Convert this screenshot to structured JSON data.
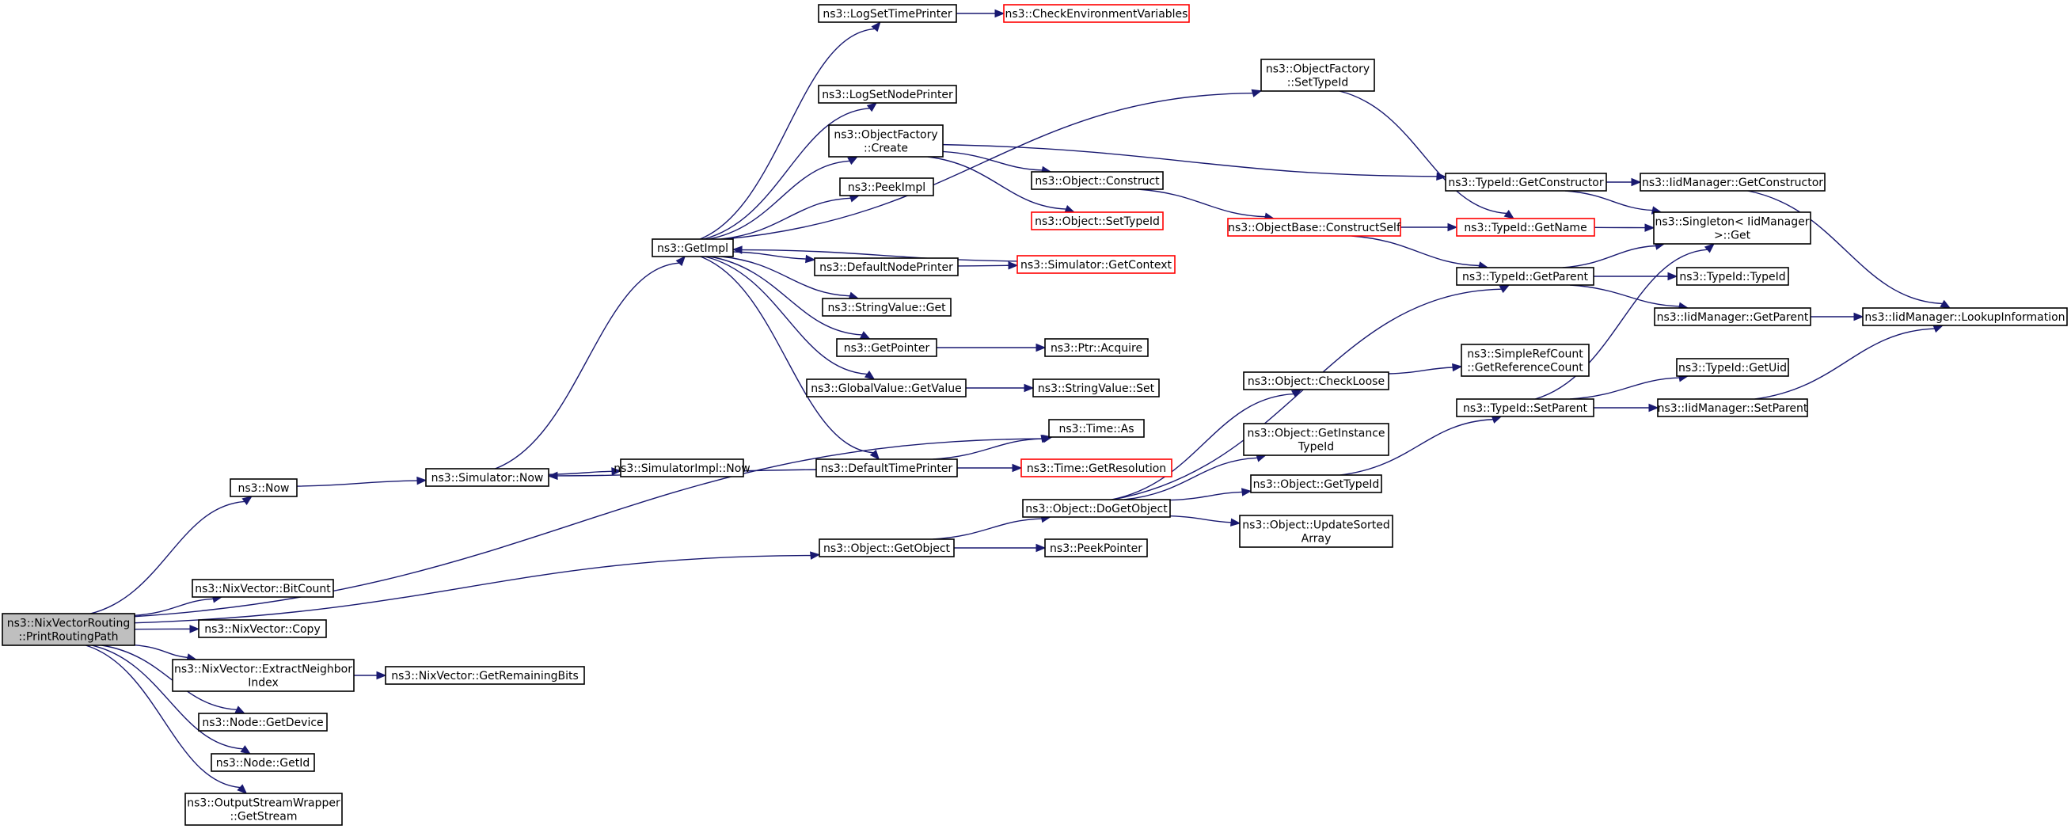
{
  "colors": {
    "edge": "#191970",
    "border": "#000000",
    "truncated_border": "#ff0000",
    "root_fill": "#bfbfbf",
    "fill": "#ffffff"
  },
  "nodes": {
    "n_root": [
      "ns3::NixVectorRouting",
      "::PrintRoutingPath"
    ],
    "n_now": [
      "ns3::Now"
    ],
    "n_simnow": [
      "ns3::Simulator::Now"
    ],
    "n_getimpl": [
      "ns3::GetImpl"
    ],
    "n_logtime": [
      "ns3::LogSetTimePrinter"
    ],
    "n_checkenv": [
      "ns3::CheckEnvironmentVariables"
    ],
    "n_lognode": [
      "ns3::LogSetNodePrinter"
    ],
    "n_ofcreate": [
      "ns3::ObjectFactory",
      "::Create"
    ],
    "n_ofsettype": [
      "ns3::ObjectFactory",
      "::SetTypeId"
    ],
    "n_peekimpl": [
      "ns3::PeekImpl"
    ],
    "n_defnode": [
      "ns3::DefaultNodePrinter"
    ],
    "n_strget": [
      "ns3::StringValue::Get"
    ],
    "n_getpointer": [
      "ns3::GetPointer"
    ],
    "n_gvget": [
      "ns3::GlobalValue::GetValue"
    ],
    "n_deftime": [
      "ns3::DefaultTimePrinter"
    ],
    "n_objconstruct": [
      "ns3::Object::Construct"
    ],
    "n_objsettypeid": [
      "ns3::Object::SetTypeId"
    ],
    "n_simctx": [
      "ns3::Simulator::GetContext"
    ],
    "n_ptracq": [
      "ns3::Ptr::Acquire"
    ],
    "n_strset": [
      "ns3::StringValue::Set"
    ],
    "n_timeas": [
      "ns3::Time::As"
    ],
    "n_timeres": [
      "ns3::Time::GetResolution"
    ],
    "n_simimplnow": [
      "ns3::SimulatorImpl::Now"
    ],
    "n_objgetobj": [
      "ns3::Object::GetObject"
    ],
    "n_dogetobj": [
      "ns3::Object::DoGetObject"
    ],
    "n_peekptr": [
      "ns3::PeekPointer"
    ],
    "n_checkloose": [
      "ns3::Object::CheckLoose"
    ],
    "n_getinst": [
      "ns3::Object::GetInstance",
      "TypeId"
    ],
    "n_objgettype": [
      "ns3::Object::GetTypeId"
    ],
    "n_updsorted": [
      "ns3::Object::UpdateSorted",
      "Array"
    ],
    "n_obconstself": [
      "ns3::ObjectBase::ConstructSelf"
    ],
    "n_tidgetctor": [
      "ns3::TypeId::GetConstructor"
    ],
    "n_tidgetname": [
      "ns3::TypeId::GetName"
    ],
    "n_tidgetparent": [
      "ns3::TypeId::GetParent"
    ],
    "n_srcref": [
      "ns3::SimpleRefCount",
      "::GetReferenceCount"
    ],
    "n_tidsetparent": [
      "ns3::TypeId::SetParent"
    ],
    "n_iidgetctor": [
      "ns3::IidManager::GetConstructor"
    ],
    "n_singleton": [
      "ns3::Singleton< IidManager",
      ">::Get"
    ],
    "n_tidtid": [
      "ns3::TypeId::TypeId"
    ],
    "n_iidgetparent": [
      "ns3::IidManager::GetParent"
    ],
    "n_iidlookup": [
      "ns3::IidManager::LookupInformation"
    ],
    "n_tidgetuid": [
      "ns3::TypeId::GetUid"
    ],
    "n_iidsetparent": [
      "ns3::IidManager::SetParent"
    ],
    "n_nvbitcount": [
      "ns3::NixVector::BitCount"
    ],
    "n_nvcopy": [
      "ns3::NixVector::Copy"
    ],
    "n_nvextract": [
      "ns3::NixVector::ExtractNeighbor",
      "Index"
    ],
    "n_nvremain": [
      "ns3::NixVector::GetRemainingBits"
    ],
    "n_nodedev": [
      "ns3::Node::GetDevice"
    ],
    "n_nodeid": [
      "ns3::Node::GetId"
    ],
    "n_oswstream": [
      "ns3::OutputStreamWrapper",
      "::GetStream"
    ]
  },
  "edges": [
    [
      "n_root",
      "n_timeas"
    ],
    [
      "n_root",
      "n_now"
    ],
    [
      "n_root",
      "n_objgetobj"
    ],
    [
      "n_root",
      "n_nvbitcount"
    ],
    [
      "n_root",
      "n_nvcopy"
    ],
    [
      "n_root",
      "n_nvextract"
    ],
    [
      "n_root",
      "n_nodedev"
    ],
    [
      "n_root",
      "n_nodeid"
    ],
    [
      "n_root",
      "n_oswstream"
    ],
    [
      "n_now",
      "n_simnow"
    ],
    [
      "n_simnow",
      "n_getimpl"
    ],
    [
      "n_simnow",
      "n_simimplnow"
    ],
    [
      "n_getimpl",
      "n_logtime"
    ],
    [
      "n_getimpl",
      "n_ofsettype"
    ],
    [
      "n_getimpl",
      "n_lognode"
    ],
    [
      "n_getimpl",
      "n_ofcreate"
    ],
    [
      "n_getimpl",
      "n_peekimpl"
    ],
    [
      "n_getimpl",
      "n_defnode"
    ],
    [
      "n_getimpl",
      "n_strget"
    ],
    [
      "n_getimpl",
      "n_getpointer"
    ],
    [
      "n_getimpl",
      "n_gvget"
    ],
    [
      "n_getimpl",
      "n_deftime"
    ],
    [
      "n_logtime",
      "n_checkenv"
    ],
    [
      "n_ofcreate",
      "n_objconstruct"
    ],
    [
      "n_ofcreate",
      "n_objsettypeid"
    ],
    [
      "n_ofcreate",
      "n_tidgetctor"
    ],
    [
      "n_ofsettype",
      "n_tidgetname"
    ],
    [
      "n_defnode",
      "n_simctx"
    ],
    [
      "n_simctx",
      "n_getimpl"
    ],
    [
      "n_getpointer",
      "n_ptracq"
    ],
    [
      "n_gvget",
      "n_strset"
    ],
    [
      "n_deftime",
      "n_timeas"
    ],
    [
      "n_deftime",
      "n_timeres"
    ],
    [
      "n_deftime",
      "n_simnow"
    ],
    [
      "n_objconstruct",
      "n_obconstself"
    ],
    [
      "n_obconstself",
      "n_tidgetname"
    ],
    [
      "n_obconstself",
      "n_tidgetparent"
    ],
    [
      "n_objgetobj",
      "n_dogetobj"
    ],
    [
      "n_objgetobj",
      "n_peekptr"
    ],
    [
      "n_dogetobj",
      "n_tidgetparent"
    ],
    [
      "n_dogetobj",
      "n_checkloose"
    ],
    [
      "n_dogetobj",
      "n_getinst"
    ],
    [
      "n_dogetobj",
      "n_objgettype"
    ],
    [
      "n_dogetobj",
      "n_updsorted"
    ],
    [
      "n_checkloose",
      "n_srcref"
    ],
    [
      "n_objgettype",
      "n_tidsetparent"
    ],
    [
      "n_tidgetctor",
      "n_iidgetctor"
    ],
    [
      "n_tidgetctor",
      "n_singleton"
    ],
    [
      "n_tidgetname",
      "n_singleton"
    ],
    [
      "n_tidgetparent",
      "n_singleton"
    ],
    [
      "n_tidgetparent",
      "n_tidtid"
    ],
    [
      "n_tidgetparent",
      "n_iidgetparent"
    ],
    [
      "n_iidgetctor",
      "n_iidlookup"
    ],
    [
      "n_iidgetparent",
      "n_iidlookup"
    ],
    [
      "n_tidsetparent",
      "n_singleton"
    ],
    [
      "n_tidsetparent",
      "n_tidgetuid"
    ],
    [
      "n_tidsetparent",
      "n_iidsetparent"
    ],
    [
      "n_iidsetparent",
      "n_iidlookup"
    ],
    [
      "n_nvextract",
      "n_nvremain"
    ]
  ]
}
